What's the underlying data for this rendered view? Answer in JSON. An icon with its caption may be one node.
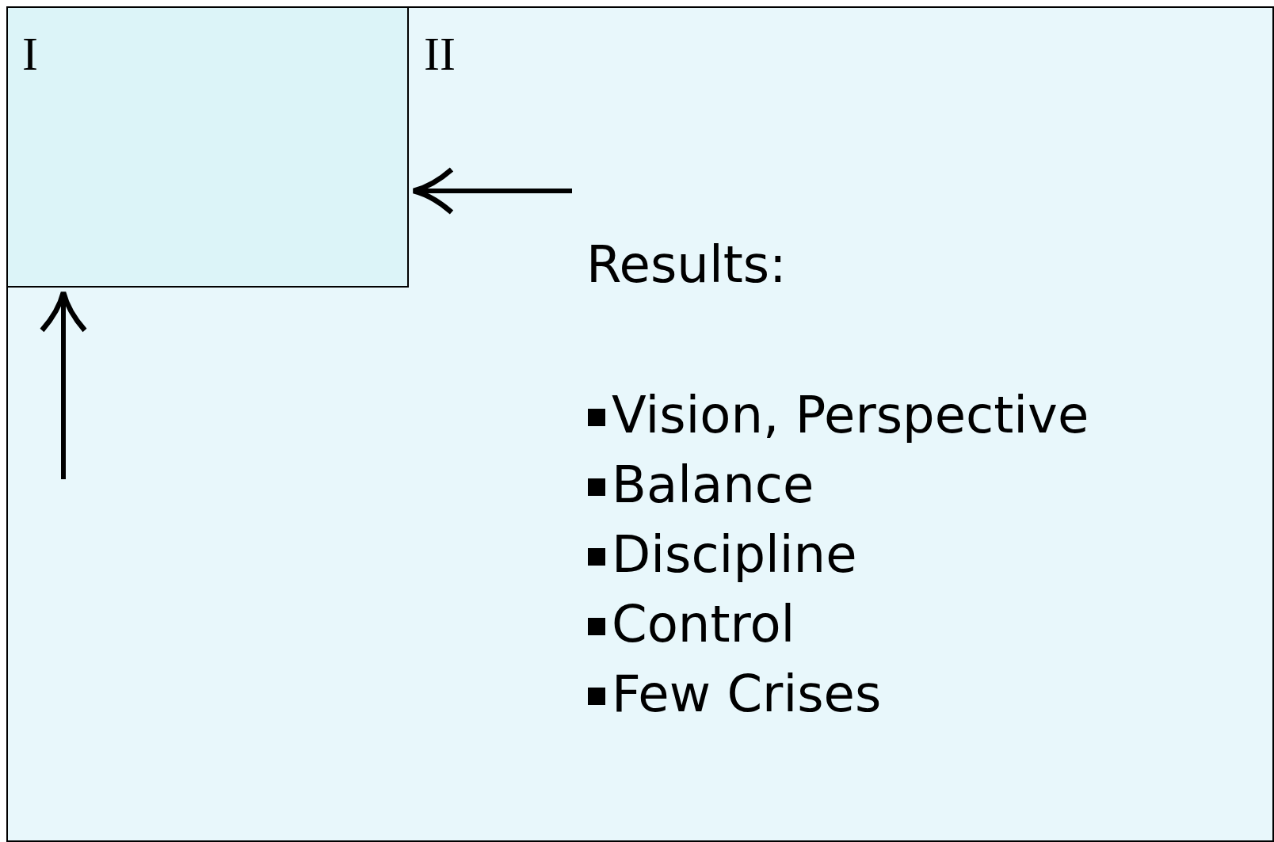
{
  "diagram": {
    "nodes": [
      {
        "text": [
          "II",
          "Results:",
          "Vision, Perspective",
          "Balance",
          "Discipline",
          "Control",
          "Few Crises"
        ]
      },
      {
        "text": [
          "I"
        ],
        "in": 0
      }
    ],
    "edges": [
      {
        "from": null,
        "to": 1,
        "arrow": "to"
      },
      {
        "from": null,
        "to": 1,
        "arrow": "to"
      }
    ]
  }
}
